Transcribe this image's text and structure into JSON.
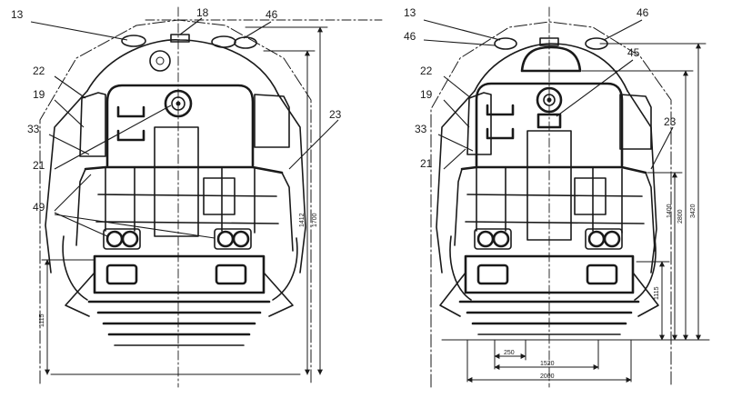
{
  "left_view": {
    "callouts": [
      "13",
      "18",
      "46",
      "22",
      "19",
      "33",
      "21",
      "49",
      "23"
    ],
    "dimensions": [
      "1412",
      "1700",
      "1115"
    ]
  },
  "right_view": {
    "callouts": [
      "13",
      "46",
      "46",
      "45",
      "22",
      "19",
      "33",
      "21",
      "23"
    ],
    "dimensions": [
      "3420",
      "2800",
      "1400",
      "1115",
      "250",
      "1520",
      "2000"
    ]
  }
}
